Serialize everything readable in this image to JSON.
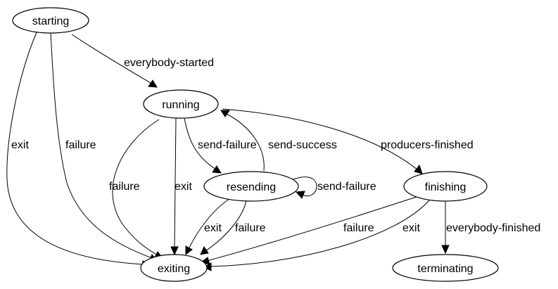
{
  "diagram": {
    "type": "state-machine",
    "nodes": {
      "starting": "starting",
      "running": "running",
      "resending": "resending",
      "finishing": "finishing",
      "exiting": "exiting",
      "terminating": "terminating"
    },
    "edges": {
      "starting_running": "everybody-started",
      "starting_exiting_exit": "exit",
      "starting_exiting_failure": "failure",
      "running_resending": "send-failure",
      "resending_running": "send-success",
      "resending_self": "send-failure",
      "running_finishing": "producers-finished",
      "running_exiting_failure": "failure",
      "running_exiting_exit": "exit",
      "resending_exiting_exit": "exit",
      "resending_exiting_failure": "failure",
      "finishing_exiting_failure": "failure",
      "finishing_exiting_exit": "exit",
      "finishing_terminating": "everybody-finished"
    }
  }
}
